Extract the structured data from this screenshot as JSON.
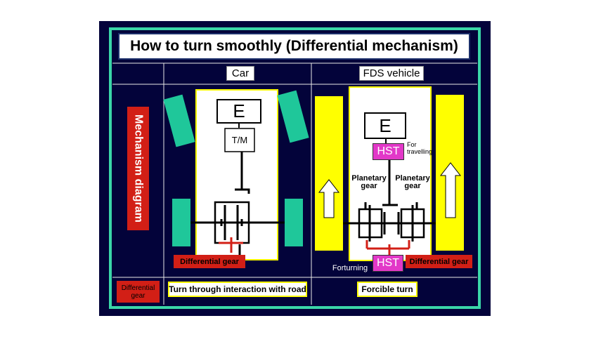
{
  "title": "How to turn smoothly (Differential mechanism)",
  "columns": {
    "car": "Car",
    "fds": "FDS vehicle"
  },
  "row_label_mechanism": "Mechanism diagram",
  "row_label_differential": "Differential gear",
  "car": {
    "engine": "E",
    "transmission": "T/M",
    "differential_label": "Differential gear",
    "bottom_caption": "Turn through interaction with road"
  },
  "fds": {
    "engine": "E",
    "hst_top": "HST",
    "for_travelling": "For travelling",
    "planetary_left": "Planetary gear",
    "planetary_right": "Planetary gear",
    "hst_bottom": "HST",
    "forturning": "Forturning",
    "differential_label": "Differential gear",
    "bottom_caption": "Forcible turn"
  },
  "colors": {
    "background": "#03033a",
    "frame": "#3ad6a8",
    "wheel_car": "#1fc79a",
    "wheel_fds": "#ffff00",
    "accent_red": "#d21f16",
    "accent_pink": "#e238c8"
  }
}
